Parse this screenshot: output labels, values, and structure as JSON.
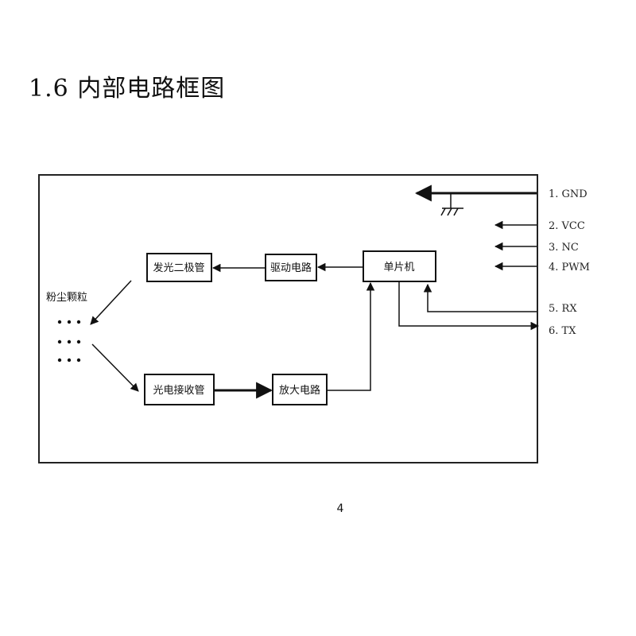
{
  "section": {
    "title": "1.6 内部电路框图"
  },
  "diagram": {
    "blocks": {
      "led": "发光二极管",
      "driver": "驱动电路",
      "mcu": "单片机",
      "receiver": "光电接收管",
      "amplifier": "放大电路"
    },
    "dust_label": "粉尘颗粒",
    "pins": [
      "1. GND",
      "2. VCC",
      "3. NC",
      "4. PWM",
      "5. RX",
      "6. TX"
    ]
  },
  "page": {
    "number": "4"
  }
}
